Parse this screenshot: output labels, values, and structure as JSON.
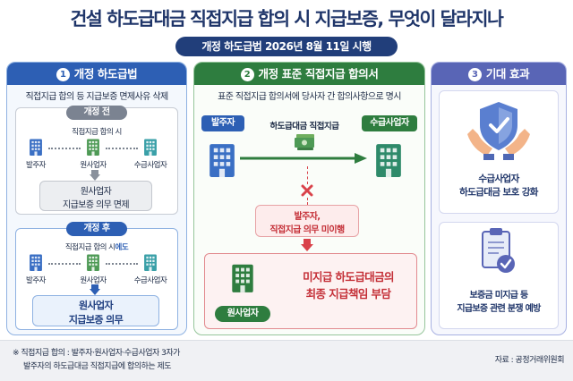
{
  "title": "건설 하도급대금 직접지급 합의 시 지급보증, 무엇이 달라지나",
  "subtitle": "개정 하도급법 2026년 8월 11일 시행",
  "panel1": {
    "number": "1",
    "header": "개정 하도급법",
    "desc": "직접지급 합의 등 지급보증 면제사유 삭제",
    "before": {
      "tag": "개정 전",
      "note": "직접지급 합의 시",
      "entities": [
        "발주자",
        "원사업자",
        "수급사업자"
      ],
      "result_line1": "원사업자",
      "result_line2": "지급보증 의무 면제"
    },
    "after": {
      "tag": "개정 후",
      "note_prefix": "직접지급 합의 시",
      "note_highlight": "에도",
      "entities": [
        "발주자",
        "원사업자",
        "수급사업자"
      ],
      "result_line1": "원사업자",
      "result_line2": "지급보증 의무"
    }
  },
  "panel2": {
    "number": "2",
    "header": "개정 표준 직접지급 합의서",
    "desc": "표준 직접지급 합의서에 당사자 간 합의사항으로 명시",
    "orderer": "발주자",
    "payment_label": "하도급대금 직접지급",
    "subcontractor": "수급사업자",
    "failure_line1": "발주자,",
    "failure_line2": "직접지급 의무 미이행",
    "liability_line1": "미지급 하도급대금의",
    "liability_line2": "최종 지급책임 부담",
    "contractor": "원사업자"
  },
  "panel3": {
    "number": "3",
    "header": "기대 효과",
    "effect1_line1": "수급사업자",
    "effect1_line2": "하도급대금 보호 강화",
    "effect2_line1": "보증금 미지급 등",
    "effect2_line2": "지급보증 관련 분쟁 예방"
  },
  "footer": {
    "note_line1": "※ 직접지급 합의 : 발주자·원사업자·수급사업자 3자가",
    "note_line2": "발주자의 하도급대금 직접지급에 합의하는 제도",
    "source": "자료 : 공정거래위원회"
  },
  "icons": [
    "building-icon",
    "money-icon",
    "shield-hands-icon",
    "clipboard-check-icon",
    "x-mark-icon",
    "arrow-icon"
  ],
  "colors": {
    "navy": "#213e7a",
    "blue": "#2d5fb4",
    "green": "#2e7d3f",
    "purple": "#5965b6",
    "red": "#d9424a"
  }
}
